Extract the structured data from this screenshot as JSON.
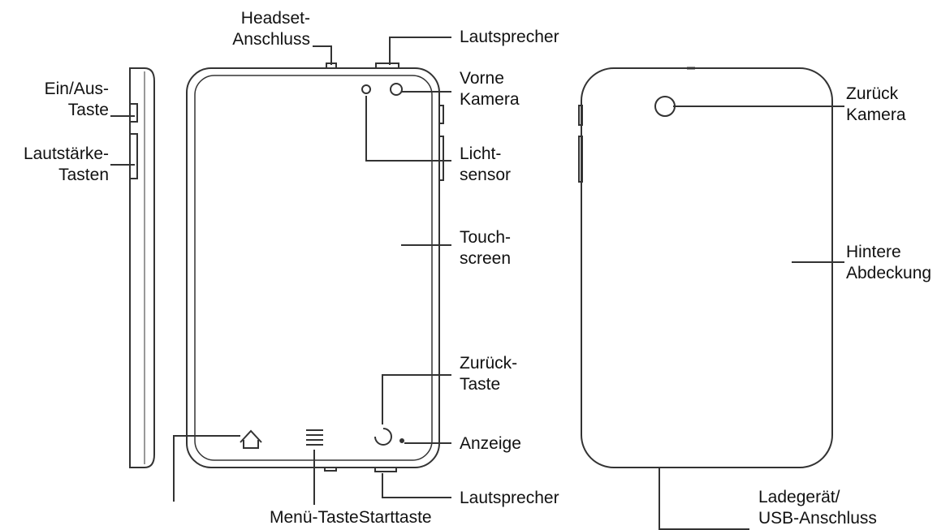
{
  "labels": {
    "headset": [
      "Headset-",
      "Anschluss"
    ],
    "speaker_top": [
      "Lautsprecher"
    ],
    "front_camera": [
      "Vorne",
      "Kamera"
    ],
    "power_key": [
      "Ein/Aus-",
      "Taste"
    ],
    "volume_keys": [
      "Lautstärke-",
      "Tasten"
    ],
    "light_sensor": [
      "Licht-",
      "sensor"
    ],
    "touchscreen": [
      "Touch-",
      "screen"
    ],
    "back_key": [
      "Zurück-",
      "Taste"
    ],
    "indicator": [
      "Anzeige"
    ],
    "speaker_bottom": [
      "Lautsprecher"
    ],
    "menu_home": [
      "Menü-TasteStarttaste"
    ],
    "back_camera": [
      "Zurück",
      "Kamera"
    ],
    "back_cover": [
      "Hintere",
      "Abdeckung"
    ],
    "charger": [
      "Ladegerät/",
      "USB-Anschluss"
    ]
  },
  "colors": {
    "line": "#333333",
    "text": "#111111"
  }
}
